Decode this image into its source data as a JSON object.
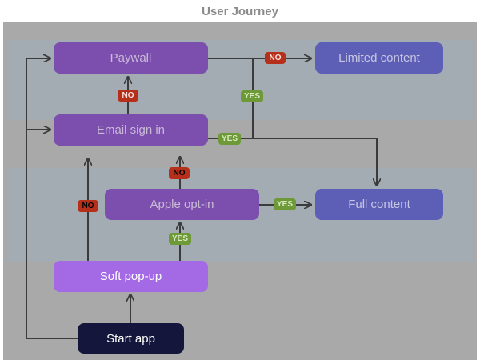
{
  "title": "User Journey",
  "nodes": {
    "paywall": "Paywall",
    "limited_content": "Limited content",
    "email_sign_in": "Email sign in",
    "apple_opt_in": "Apple opt-in",
    "full_content": "Full content",
    "soft_popup": "Soft pop-up",
    "start_app": "Start app"
  },
  "labels": {
    "yes": "YES",
    "no": "NO"
  },
  "colors": {
    "canvas": "#a9a9a9",
    "band": "#a3acb3",
    "purple_node": "#7c4fae",
    "blue_node": "#5d5eb6",
    "popup_node": "#a46ae6",
    "start_node": "#14173b",
    "yes_tag": "#6d9a36",
    "no_tag": "#b62f1a",
    "connector": "#3b3b3b"
  }
}
